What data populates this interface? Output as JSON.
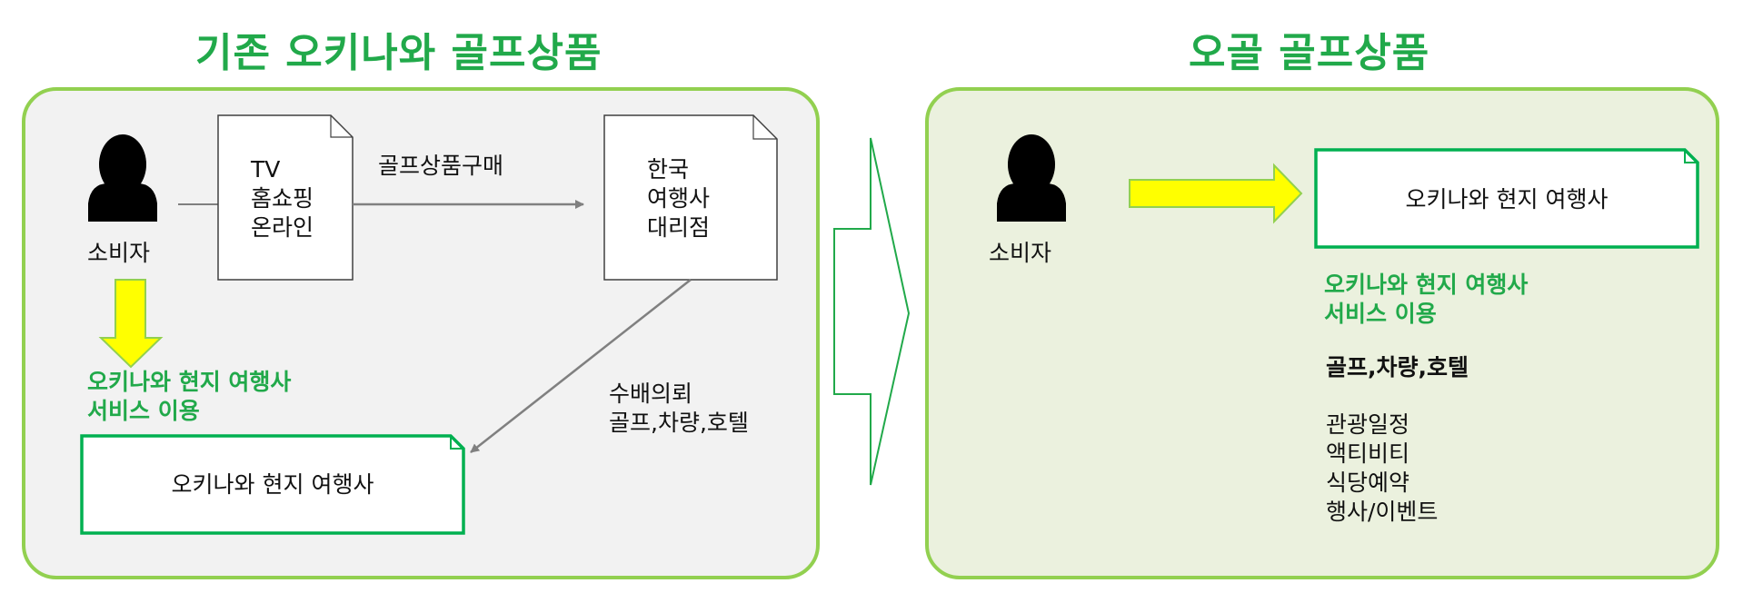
{
  "left": {
    "title": "기존 오키나와 골프상품",
    "consumer_label": "소비자",
    "channel_lines": [
      "TV",
      "홈쇼핑",
      "온라인"
    ],
    "purchase_label": "골프상품구매",
    "agency_lines": [
      "한국",
      "여행사",
      "대리점"
    ],
    "request_lines": [
      "수배의뢰",
      "골프,차량,호텔"
    ],
    "service_lines": [
      "오키나와 현지 여행사",
      "서비스 이용"
    ],
    "local_agency_label": "오키나와 현지 여행사"
  },
  "right": {
    "title": "오골 골프상품",
    "consumer_label": "소비자",
    "local_agency_label": "오키나와 현지 여행사",
    "service_lines": [
      "오키나와 현지 여행사",
      "서비스 이용"
    ],
    "services_bold": "골프,차량,호텔",
    "extra_services": [
      "관광일정",
      "액티비티",
      "식당예약",
      "행사/이벤트"
    ]
  },
  "colors": {
    "green_title": "#21a94a",
    "panel_border": "#92d050",
    "left_panel_bg": "#f2f2f2",
    "right_panel_bg": "#ebf1de",
    "yellow_arrow": "#ffff00",
    "gray_arrow": "#808080",
    "box_border_green": "#00b050"
  },
  "icons": {
    "consumer": "person-icon",
    "transition": "chevron-right-arrow-icon"
  }
}
